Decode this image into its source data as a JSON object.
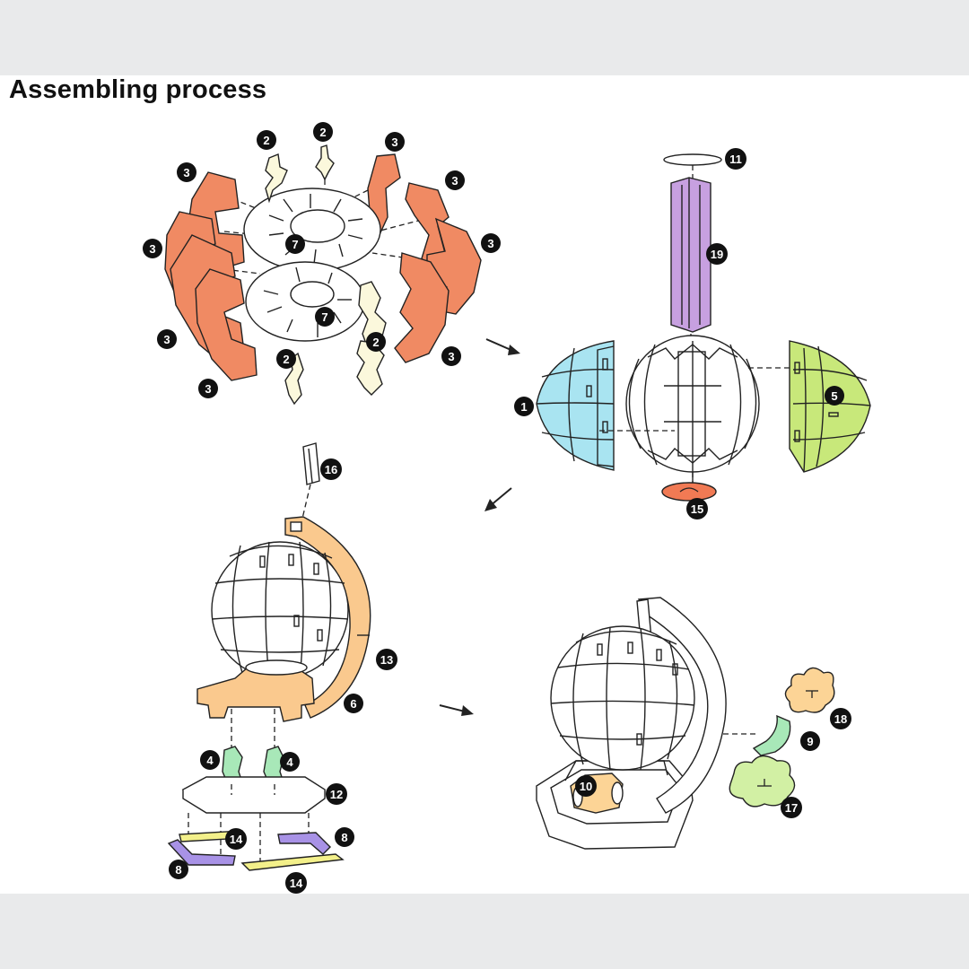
{
  "title": "Assembling process",
  "colors": {
    "orange": "#f08a63",
    "cream": "#fbf8dc",
    "purple": "#c7a0e0",
    "blue": "#a9e4f1",
    "green": "#c8e87a",
    "red": "#f17a54",
    "tan": "#fac98e",
    "mint": "#a8e8b8",
    "yellow": "#f3f08a",
    "violet": "#a892e6",
    "lightgreen": "#d2f0a4",
    "peach": "#fcd496"
  },
  "parts": {
    "p1": "1",
    "p2": "2",
    "p3": "3",
    "p4": "4",
    "p5": "5",
    "p6": "6",
    "p7": "7",
    "p8": "8",
    "p9": "9",
    "p10": "10",
    "p11": "11",
    "p12": "12",
    "p13": "13",
    "p14": "14",
    "p15": "15",
    "p16": "16",
    "p17": "17",
    "p18": "18",
    "p19": "19"
  }
}
